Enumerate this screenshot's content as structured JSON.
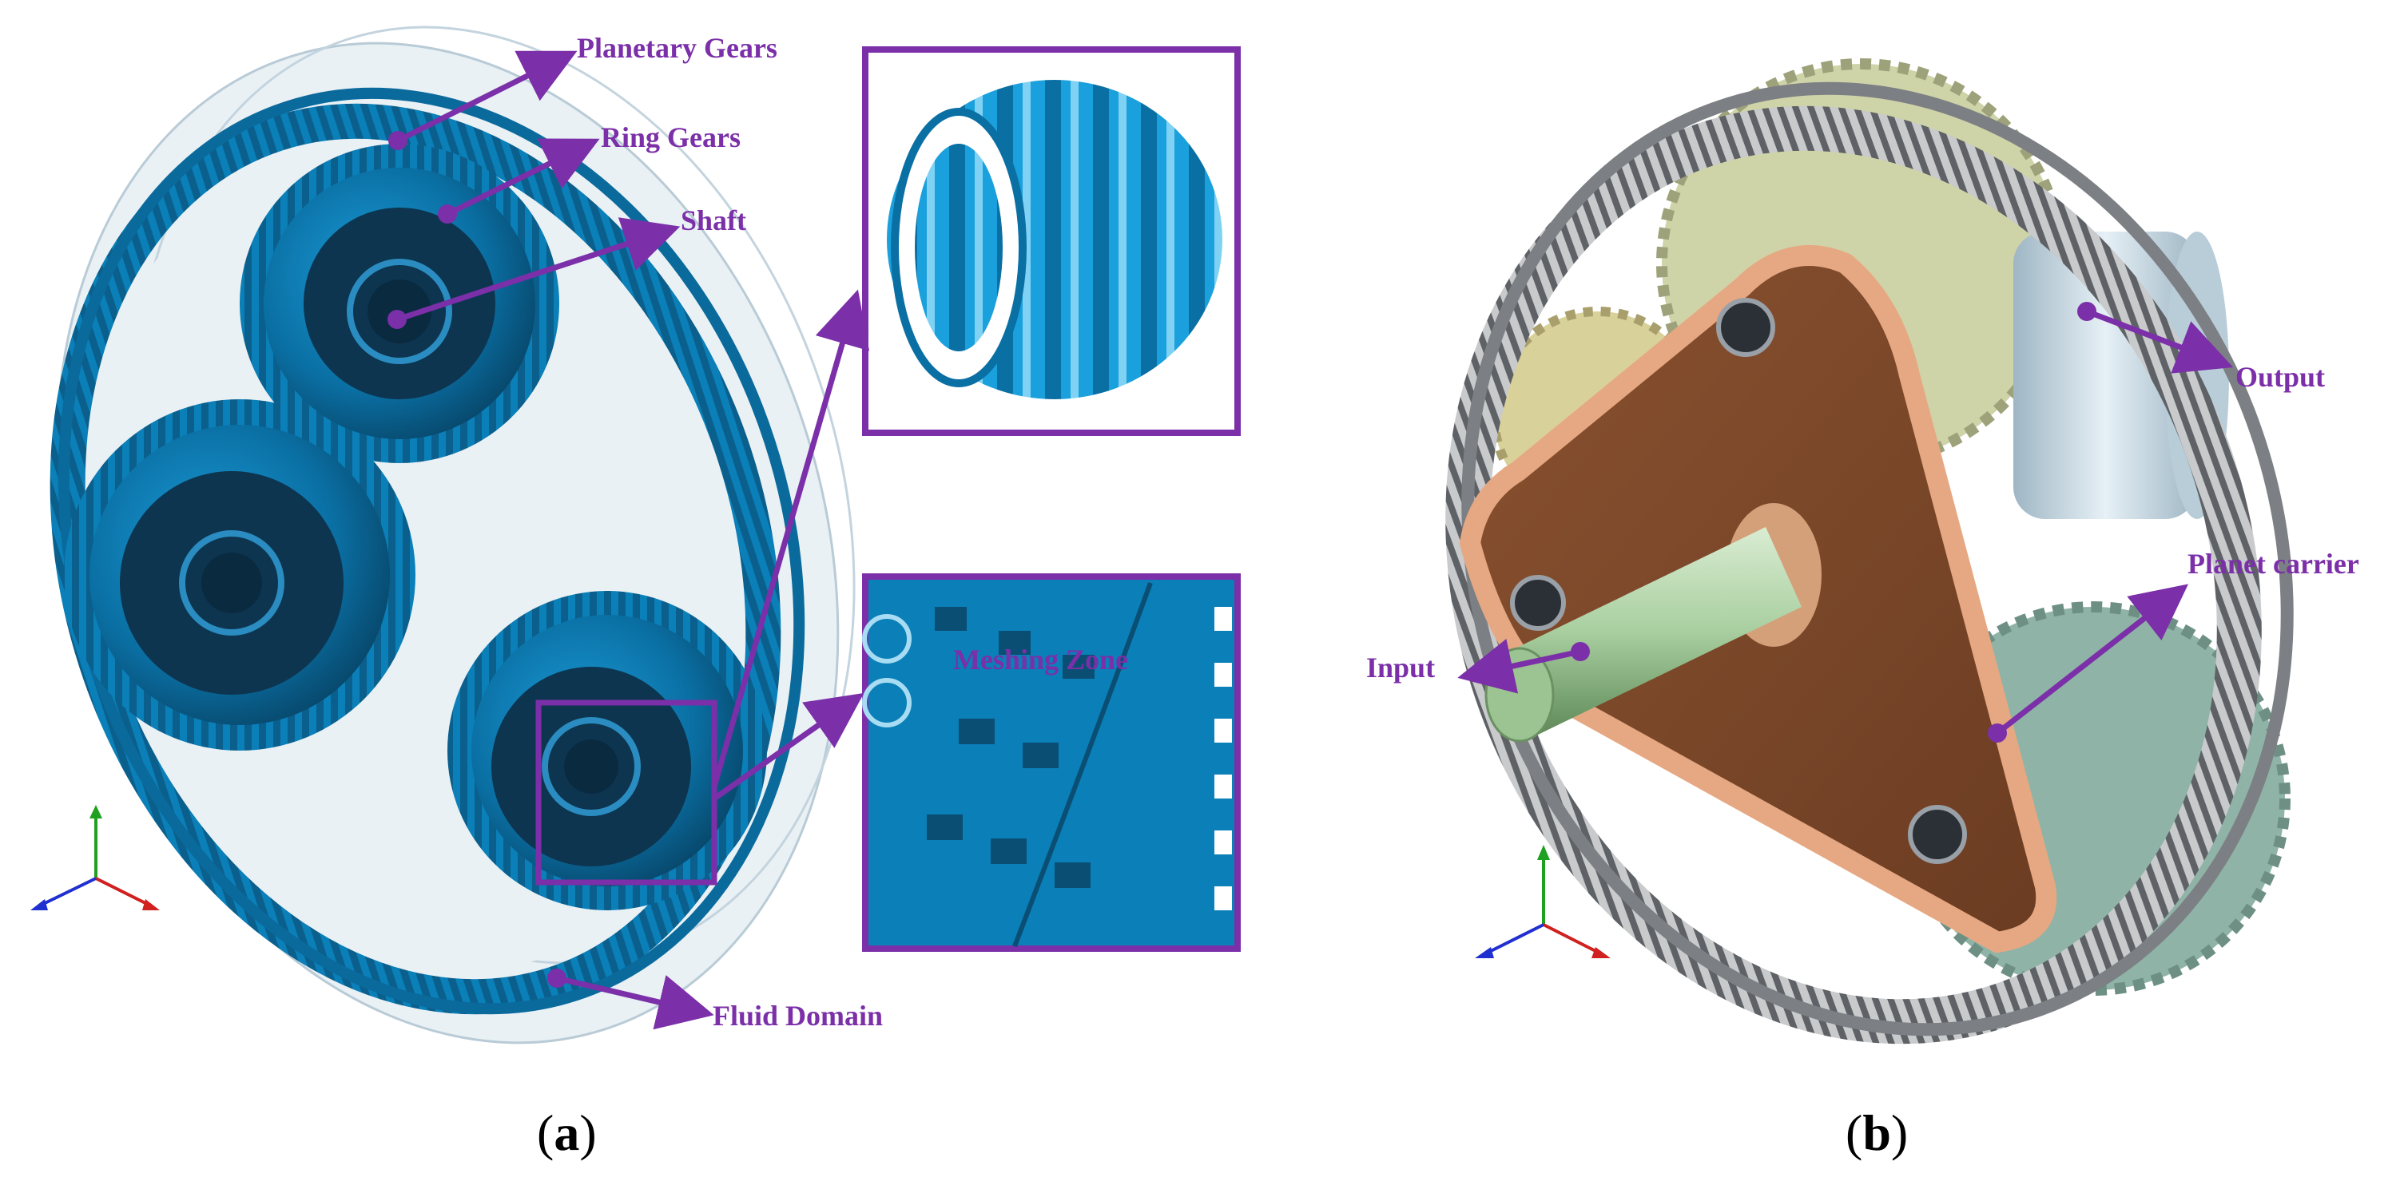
{
  "panel_a": {
    "labels": {
      "planetary_gears": "Planetary Gears",
      "ring_gears": "Ring Gears",
      "shaft": "Shaft",
      "meshing_zone": "Meshing Zone",
      "fluid_domain": "Fluid Domain"
    },
    "caption_open": "(",
    "caption_letter": "a",
    "caption_close": ")"
  },
  "panel_b": {
    "labels": {
      "output": "Output",
      "planet_carrier": "Planet carrier",
      "input": "Input"
    },
    "caption_open": "(",
    "caption_letter": "b",
    "caption_close": ")"
  },
  "colors": {
    "label_purple": "#7b2fa8",
    "gear_blue": "#0a7fb8",
    "gear_dark": "#0d3550",
    "fluid_domain": "#dbe8ef",
    "ring_gray": "#8a8d90",
    "carrier_copper": "#c9835c",
    "shaft_green": "#a9cfa0",
    "output_silver": "#cfdde6",
    "axis_x": "#d02020",
    "axis_y": "#20a020",
    "axis_z": "#2030d0"
  },
  "icons": {
    "axes_triad_a": "xyz-axes-icon",
    "axes_triad_b": "xyz-axes-icon"
  }
}
